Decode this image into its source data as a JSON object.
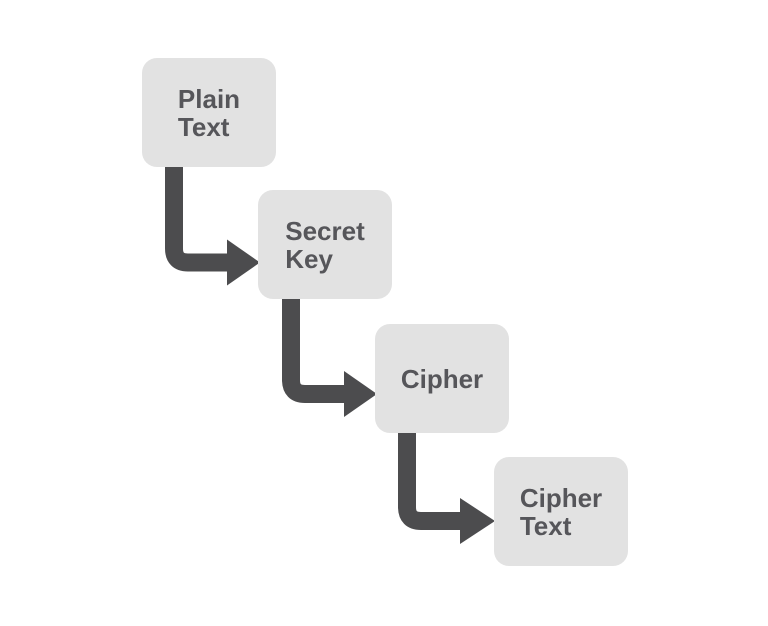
{
  "colors": {
    "background": "#ffffff",
    "node_fill": "#e2e2e2",
    "node_text": "#56565a",
    "arrow": "#4c4c4e"
  },
  "diagram": {
    "type": "flowchart",
    "nodes": [
      {
        "id": "plain-text",
        "label": "Plain\nText"
      },
      {
        "id": "secret-key",
        "label": "Secret\nKey"
      },
      {
        "id": "cipher",
        "label": "Cipher"
      },
      {
        "id": "cipher-text",
        "label": "Cipher\nText"
      }
    ],
    "connections": [
      {
        "from": "plain-text",
        "to": "secret-key"
      },
      {
        "from": "secret-key",
        "to": "cipher"
      },
      {
        "from": "cipher",
        "to": "cipher-text"
      }
    ]
  }
}
